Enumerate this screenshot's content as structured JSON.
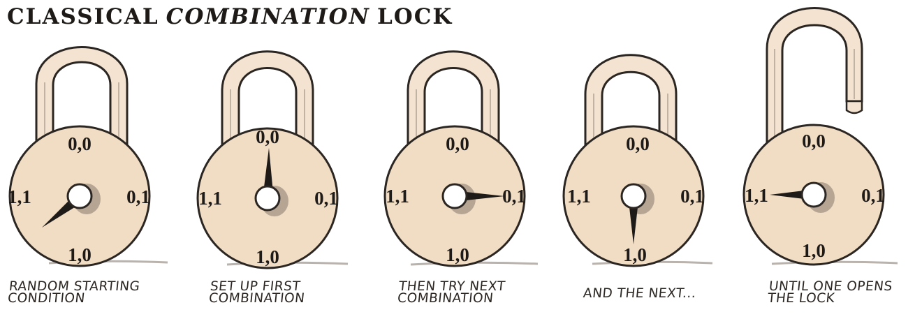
{
  "title": {
    "line_part1": "CLASSICAL",
    "line_part2": "COMBINATION",
    "line_part3": "LOCK"
  },
  "colors": {
    "lock_face": "#f1dcc4",
    "outline": "#2b2622",
    "shackle_fill": "#f3e3d0",
    "background": "#ffffff"
  },
  "dial_labels": {
    "top": "0,0",
    "right": "0,1",
    "bottom": "1,0",
    "left": "1,1"
  },
  "locks": [
    {
      "pointer": "lower-left",
      "shackle": "closed",
      "caption_line1": "RANDOM STARTING",
      "caption_line2": "CONDITION"
    },
    {
      "pointer": "0,0",
      "shackle": "closed",
      "caption_line1": "SET UP FIRST",
      "caption_line2": "COMBINATION"
    },
    {
      "pointer": "0,1",
      "shackle": "closed",
      "caption_line1": "THEN TRY NEXT",
      "caption_line2": "COMBINATION"
    },
    {
      "pointer": "1,0",
      "shackle": "closed",
      "caption_line1": "AND THE NEXT...",
      "caption_line2": ""
    },
    {
      "pointer": "1,1",
      "shackle": "open",
      "caption_line1": "UNTIL ONE OPENS",
      "caption_line2": "THE LOCK"
    }
  ]
}
